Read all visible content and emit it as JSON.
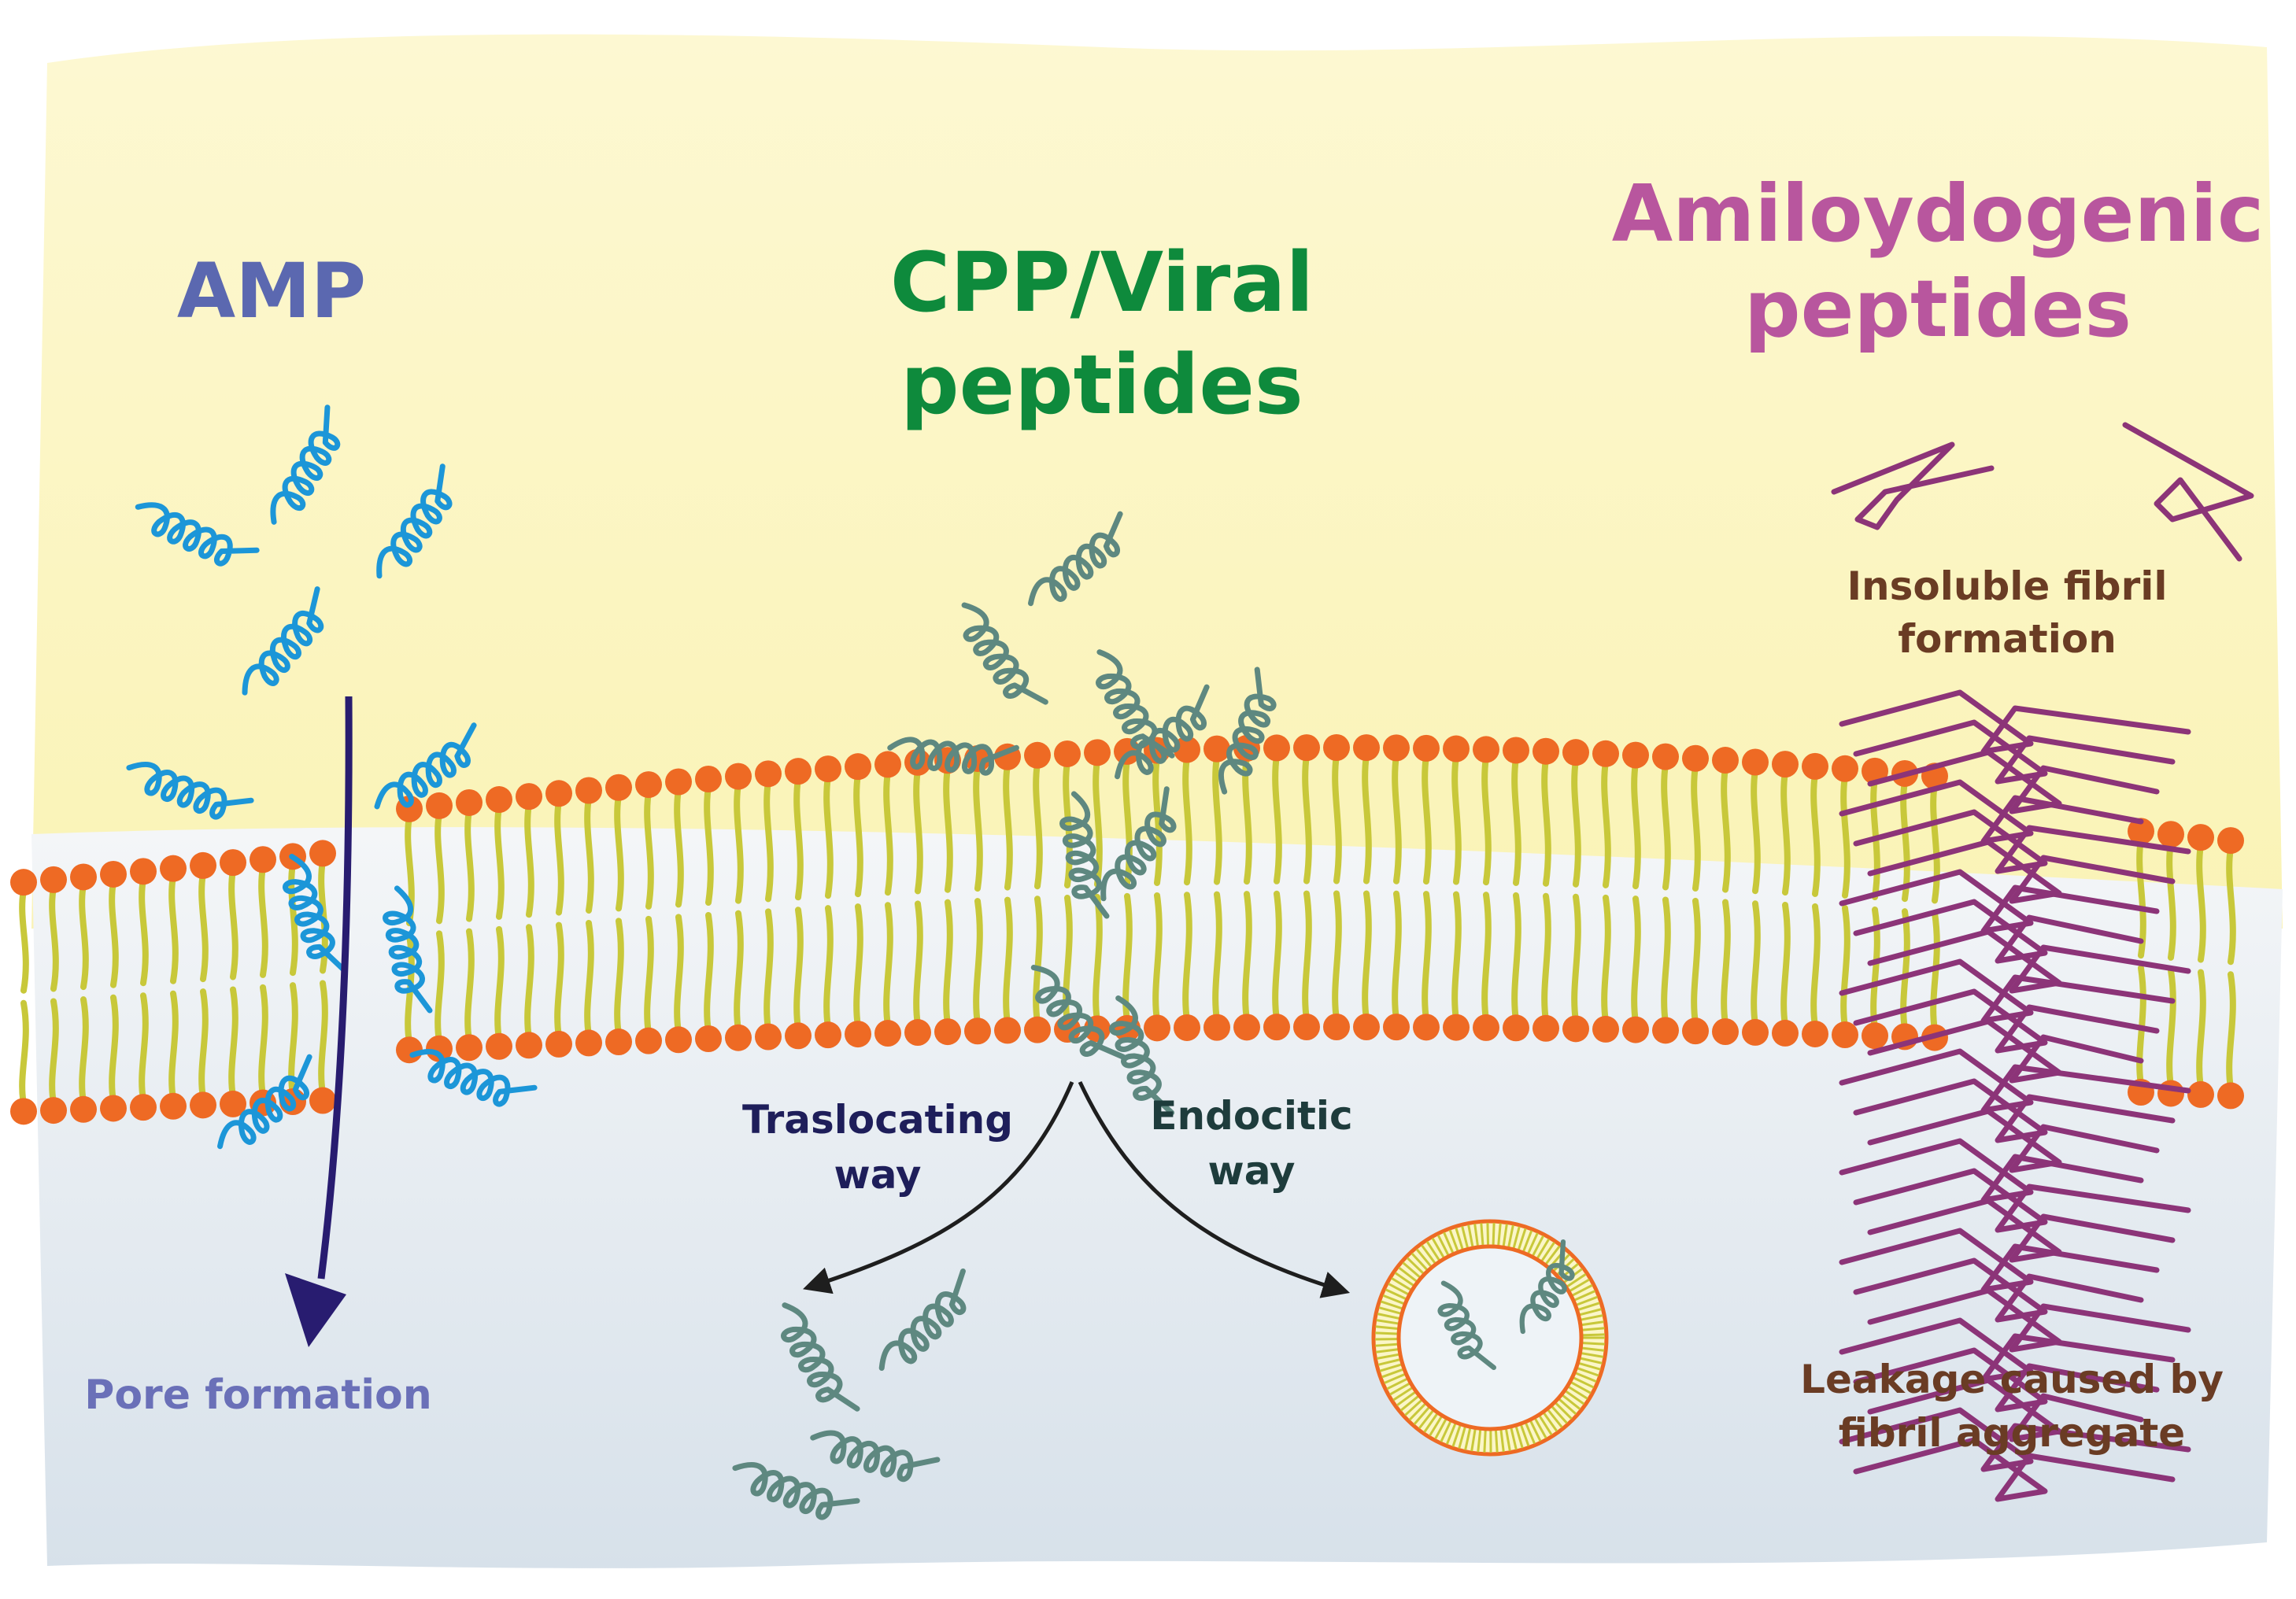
{
  "colors": {
    "top_region": "#fbf6c4",
    "bottom_region": "#e7edf3",
    "lipid_head": "#ee6a24",
    "lipid_tail": "#c8c83a",
    "amp_helix": "#1c96d8",
    "cpp_helix": "#5e8880",
    "fibril": "#8c3478",
    "pore_arrow": "#281c70",
    "path_arrow": "#1e1e1e",
    "amp_label": "#5b68b0",
    "cpp_label": "#0e8a3c",
    "amyloid_label": "#b8569e",
    "fibril_label": "#6a3c24",
    "trans_label": "#1e1e5a",
    "endo_label": "#1e3c3c",
    "pore_label": "#6a70b8"
  },
  "labels": {
    "amp": "AMP",
    "cpp": [
      "CPP/Viral",
      "peptides"
    ],
    "amyloid": [
      "Amiloydogenic",
      "peptides"
    ],
    "insoluble": [
      "Insoluble fibril",
      "formation"
    ],
    "translocating": [
      "Traslocating",
      "way"
    ],
    "endocitic": [
      "Endocitic",
      "way"
    ],
    "pore": "Pore formation",
    "leakage": [
      "Leakage caused by",
      "fibril aggregate"
    ]
  },
  "icons": {
    "amp_peptide": "alpha-helix-icon",
    "cpp_peptide": "alpha-helix-icon",
    "amyloid_fibril": "fibril-icon",
    "vesicle": "endosome-icon"
  }
}
